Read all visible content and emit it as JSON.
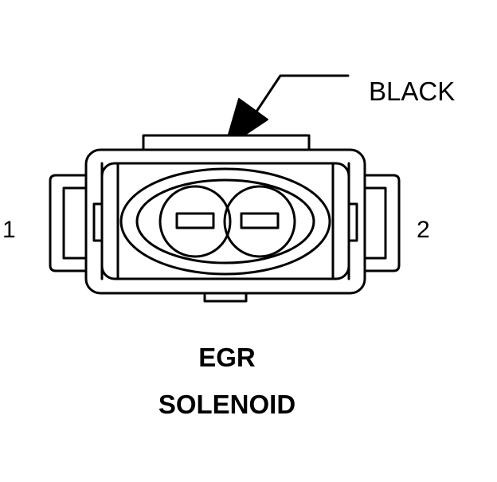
{
  "wire_color_label": "BLACK",
  "pins": {
    "left": "1",
    "right": "2"
  },
  "component_title": {
    "line1": "EGR",
    "line2": "SOLENOID"
  },
  "colors": {
    "ink": "#000000",
    "background": "#ffffff"
  }
}
